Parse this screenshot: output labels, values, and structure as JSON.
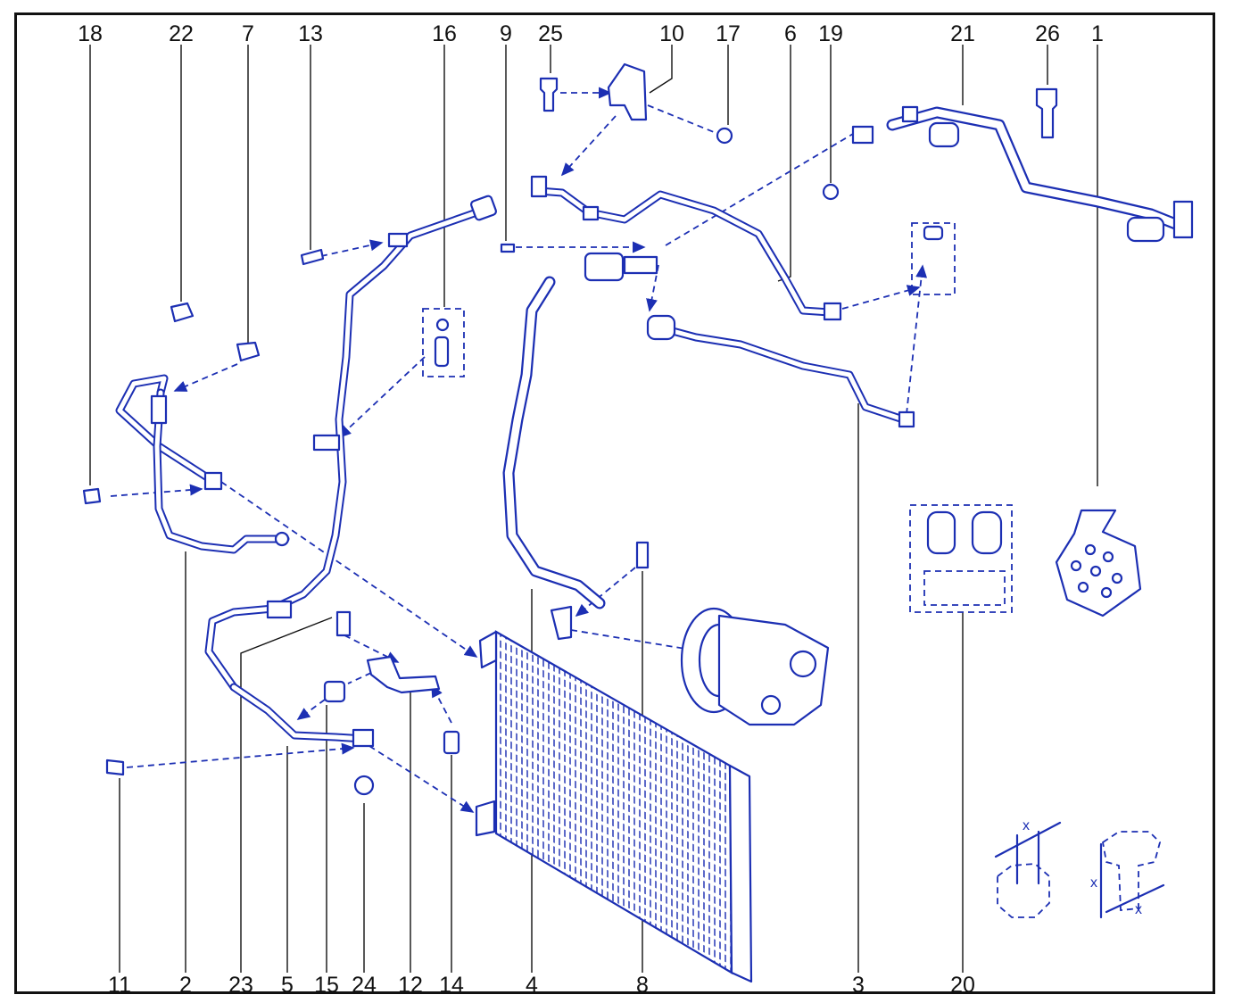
{
  "callouts_top": [
    "18",
    "22",
    "7",
    "13",
    "16",
    "9",
    "25",
    "10",
    "17",
    "6",
    "19",
    "21",
    "26",
    "1"
  ],
  "callouts_bottom": [
    "11",
    "2",
    "23",
    "5",
    "15",
    "24",
    "12",
    "14",
    "4",
    "8",
    "3",
    "20"
  ],
  "inset_label": "x",
  "colors": {
    "line_art": "#1c2fb3",
    "text": "#111111",
    "frame": "#111111",
    "background": "#ffffff"
  }
}
